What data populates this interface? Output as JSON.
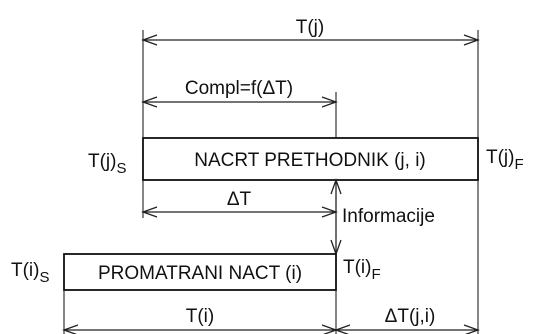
{
  "labels": {
    "t_j": "T(j)",
    "compl": "Compl=f(ΔT)",
    "t_j_start_base": "T(j)",
    "t_j_start_sub": "S",
    "t_j_finish_base": "T(j)",
    "t_j_finish_sub": "F",
    "predecessor_box": "NACRT PRETHODNIK (j, i)",
    "delta_t": "ΔT",
    "informacije": "Informacije",
    "t_i_start_base": "T(i)",
    "t_i_start_sub": "S",
    "observed_box": "PROMATRANI NACT (i)",
    "t_i_finish_base": "T(i)",
    "t_i_finish_sub": "F",
    "t_i": "T(i)",
    "delta_t_ji": "ΔT(j,i)"
  }
}
